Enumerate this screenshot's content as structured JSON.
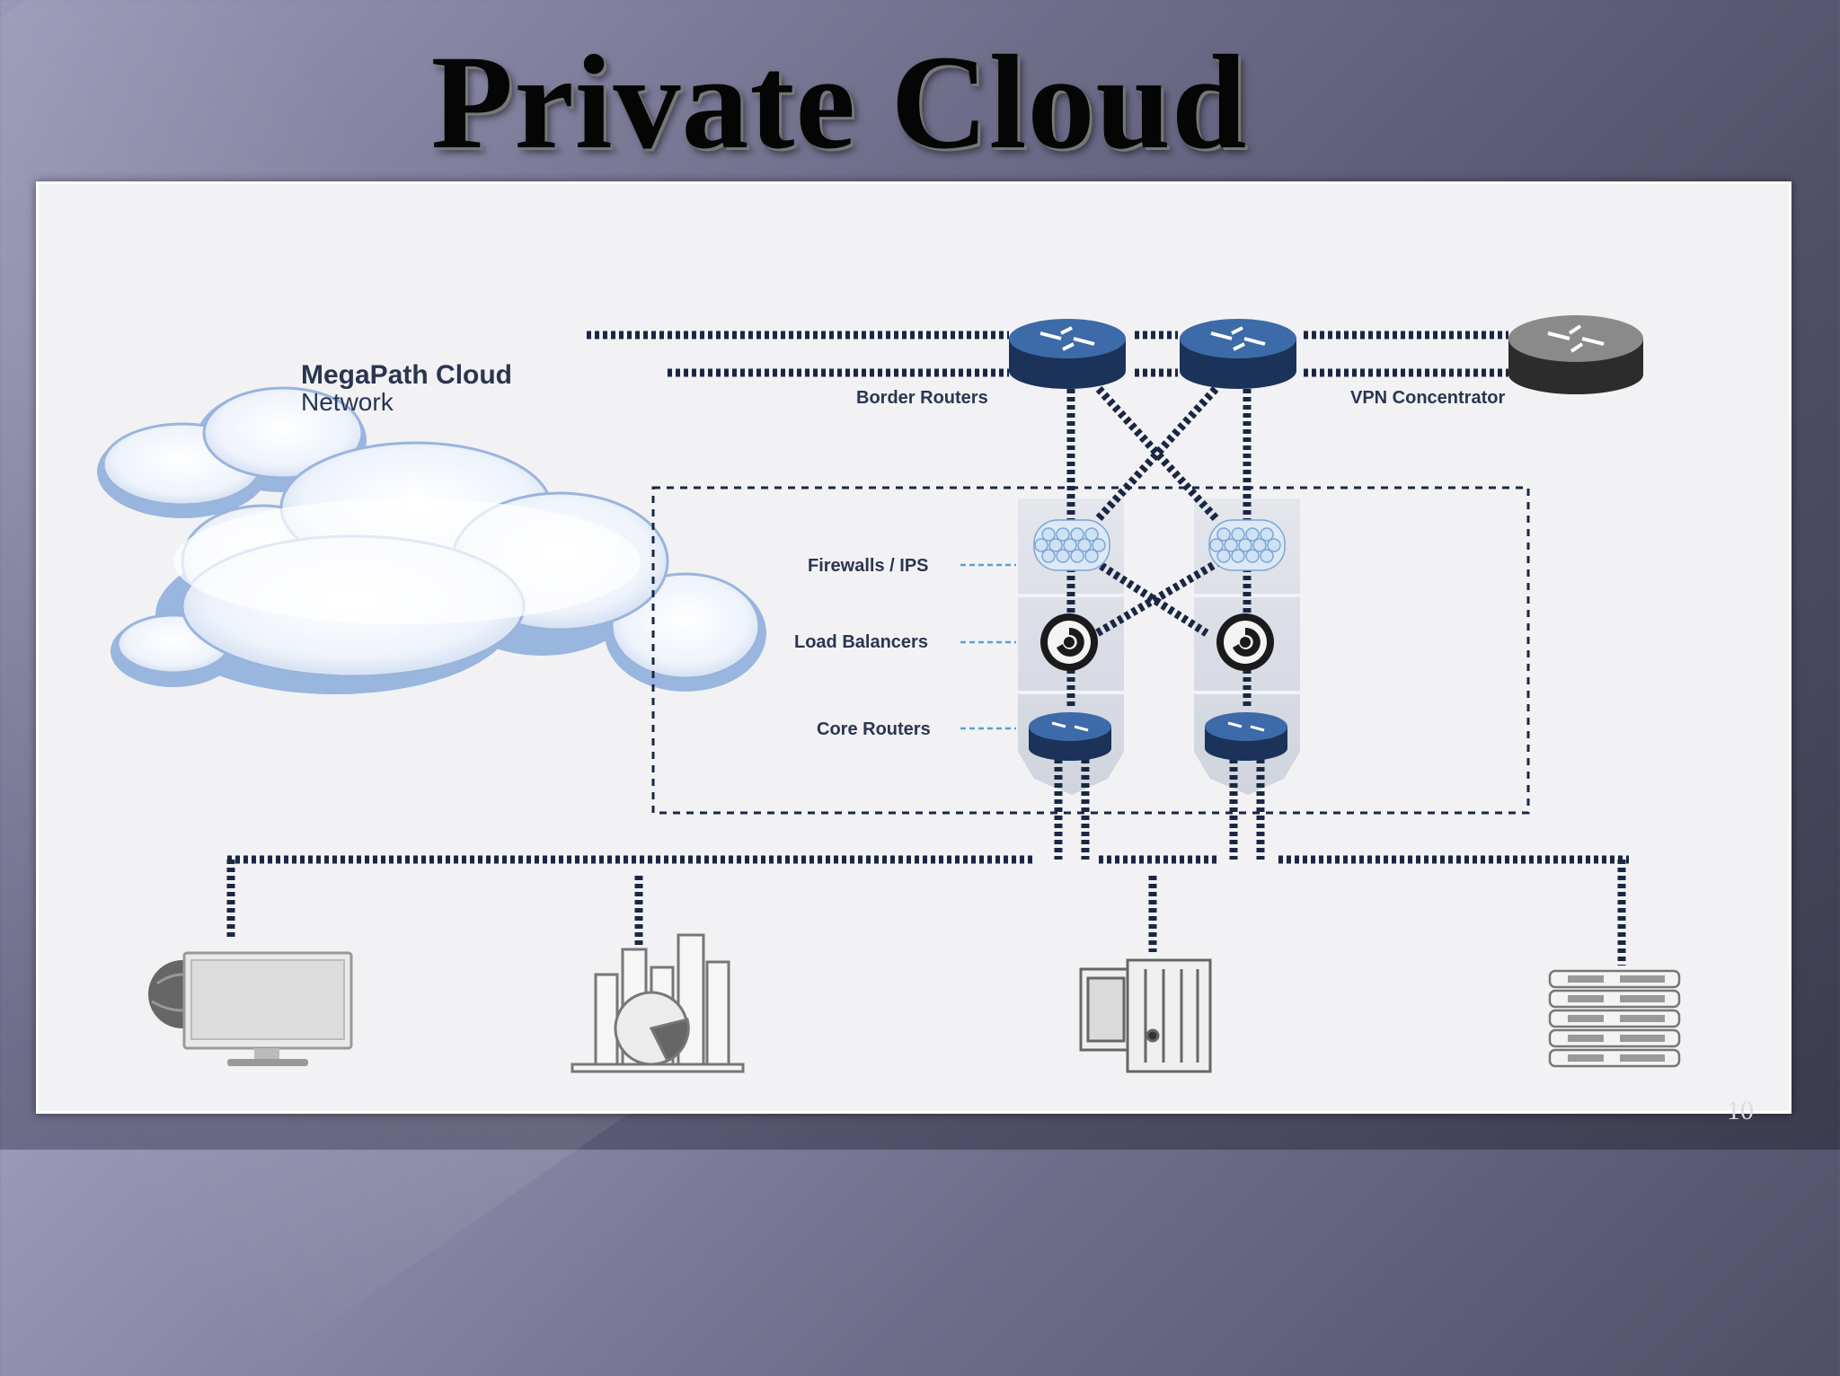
{
  "slide": {
    "title": "Private Cloud",
    "page_number": "10"
  },
  "diagram": {
    "cloud_label_line1": "MegaPath Cloud",
    "cloud_label_line2": "Network",
    "border_routers_label": "Border Routers",
    "vpn_label": "VPN Concentrator",
    "firewalls_label": "Firewalls / IPS",
    "load_balancers_label": "Load Balancers",
    "core_routers_label": "Core Routers"
  },
  "colors": {
    "router_top": "#3d6aa8",
    "router_side": "#1b3358",
    "vpn_top": "#8a8a8a",
    "vpn_side": "#2c2c2c",
    "link": "#1a2744",
    "dashed_label_line": "#5aa0d0"
  }
}
